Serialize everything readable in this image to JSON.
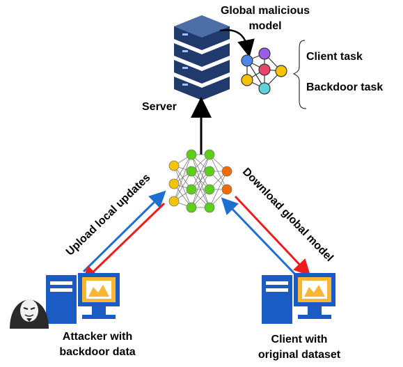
{
  "labels": {
    "global_model_line1": "Global malicious",
    "global_model_line2": "model",
    "client_task": "Client task",
    "backdoor_task": "Backdoor task",
    "server": "Server",
    "upload": "Upload local updates",
    "download": "Download global model",
    "attacker_line1": "Attacker with",
    "attacker_line2": "backdoor data",
    "client_line1": "Client with",
    "client_line2": "original dataset"
  },
  "colors": {
    "upload_arrow": "#1f6fd1",
    "download_arrow": "#ee1c1c",
    "server_arrow": "#000000",
    "server_blue": "#1f3a6b",
    "computer_blue": "#1a5cc4",
    "monitor_fill": "#f7b733",
    "nn_yellow": "#f5c400",
    "nn_green": "#5ccf1a",
    "nn_orange": "#f26b00",
    "small_net_nodes": [
      "#4f87e8",
      "#9b5de5",
      "#f5c400",
      "#e8476b",
      "#a3e635",
      "#f5c400",
      "#5fd3d9"
    ]
  },
  "icons": [
    "server-stack-icon",
    "neural-network-icon",
    "small-network-icon",
    "computer-icon",
    "hacker-icon"
  ]
}
